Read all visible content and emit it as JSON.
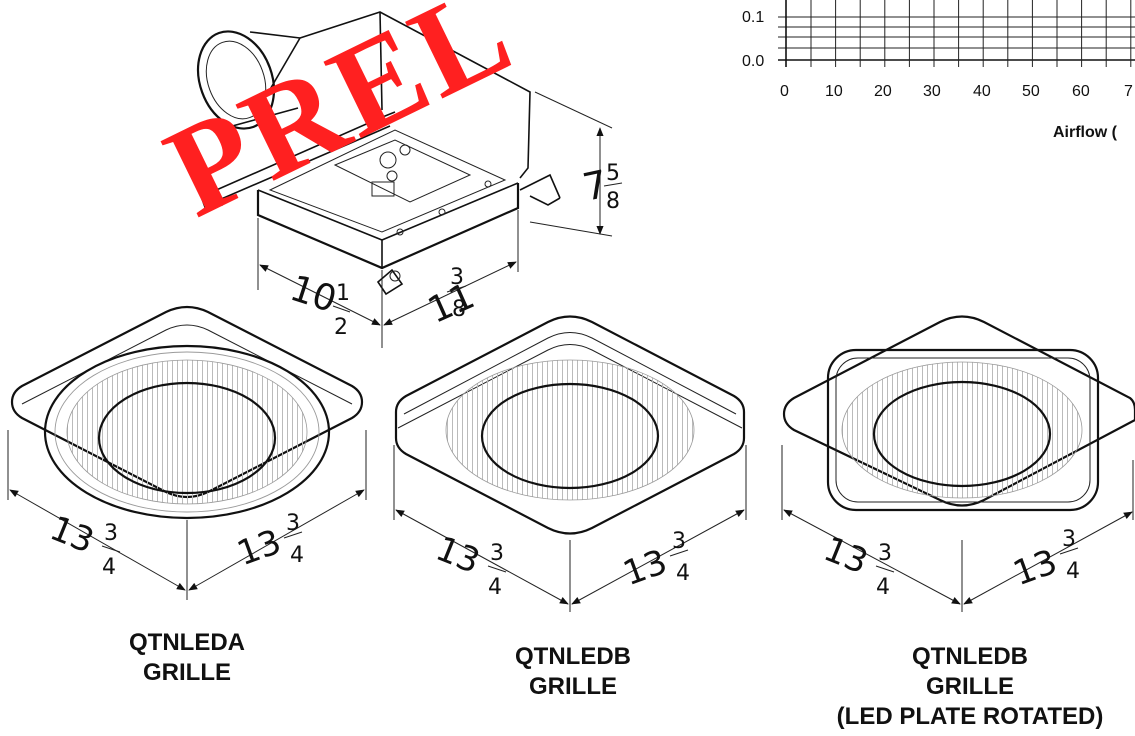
{
  "chart": {
    "y_ticks": [
      "0.1",
      "0.0"
    ],
    "x_ticks": [
      "0",
      "10",
      "20",
      "30",
      "40",
      "50",
      "60",
      "7"
    ],
    "x_label": "Airflow ("
  },
  "watermark": {
    "text": "PREL",
    "color": "#ff2020"
  },
  "housing": {
    "height_whole": "7",
    "height_num": "5",
    "height_den": "8",
    "width_whole": "10",
    "width_num": "1",
    "width_den": "2",
    "depth_whole": "11",
    "depth_num": "3",
    "depth_den": "8"
  },
  "grilles": [
    {
      "dim_left": {
        "whole": "13",
        "num": "3",
        "den": "4"
      },
      "dim_right": {
        "whole": "13",
        "num": "3",
        "den": "4"
      },
      "caption_lines": [
        "QTNLEDA",
        "GRILLE"
      ]
    },
    {
      "dim_left": {
        "whole": "13",
        "num": "3",
        "den": "4"
      },
      "dim_right": {
        "whole": "13",
        "num": "3",
        "den": "4"
      },
      "caption_lines": [
        "QTNLEDB",
        "GRILLE"
      ]
    },
    {
      "dim_left": {
        "whole": "13",
        "num": "3",
        "den": "4"
      },
      "dim_right": {
        "whole": "13",
        "num": "3",
        "den": "4"
      },
      "caption_lines": [
        "QTNLEDB",
        "GRILLE",
        "(LED PLATE ROTATED)"
      ]
    }
  ]
}
